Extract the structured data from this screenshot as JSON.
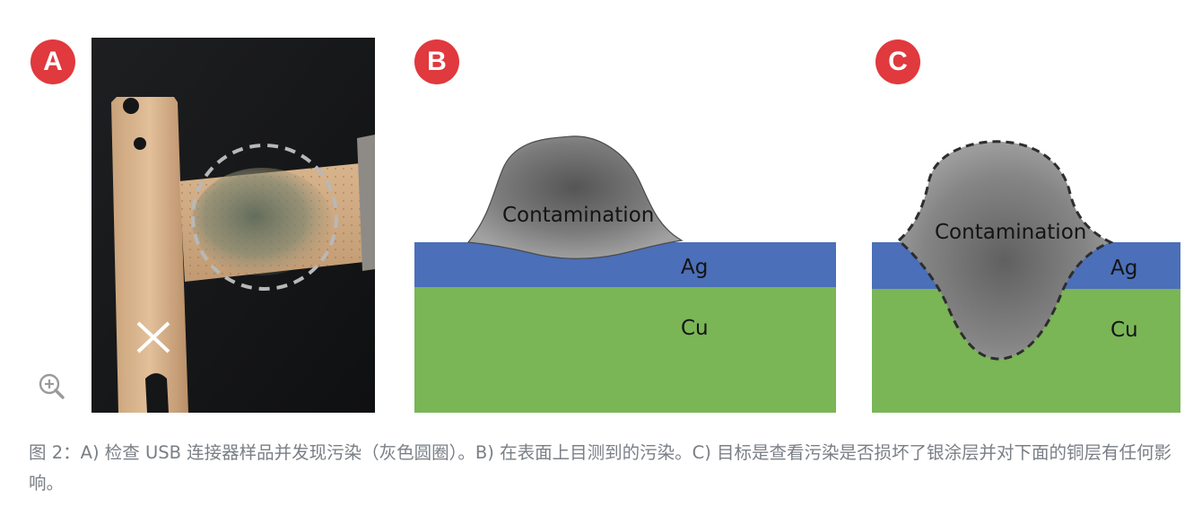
{
  "panels": {
    "a": {
      "badge": "A"
    },
    "b": {
      "badge": "B",
      "contamination_label": "Contamination",
      "ag_label": "Ag",
      "cu_label": "Cu"
    },
    "c": {
      "badge": "C",
      "contamination_label": "Contamination",
      "ag_label": "Ag",
      "cu_label": "Cu"
    }
  },
  "caption": "图 2：A) 检查 USB 连接器样品并发现污染（灰色圆圈）。B) 在表面上目测到的污染。C) 目标是查看污染是否损坏了银涂层并对下面的铜层有任何影响。",
  "colors": {
    "badge": "#e0393e",
    "silver_layer": "#4b6fb8",
    "copper_layer": "#7ab556",
    "contamination": "#7f7f7f",
    "caption_text": "#7a7f86"
  },
  "icons": [
    "zoom-in-icon"
  ]
}
